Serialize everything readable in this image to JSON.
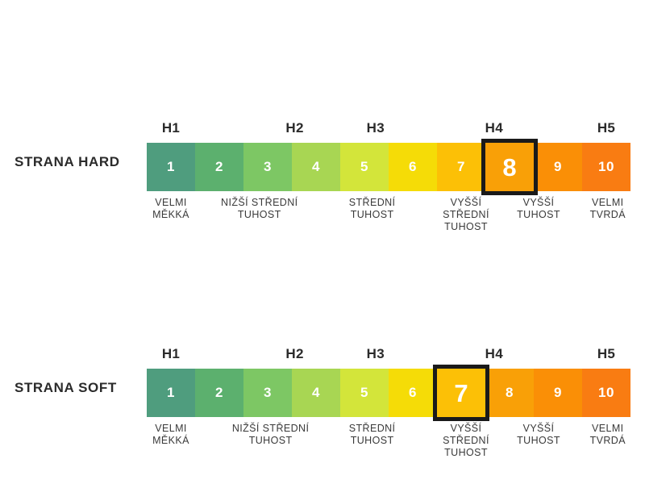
{
  "page": {
    "background": "#ffffff",
    "text_color": "#2b2b2b"
  },
  "palette": {
    "cell_colors": [
      "#4f9d7e",
      "#5cb06e",
      "#7dc764",
      "#a8d653",
      "#d3e53a",
      "#f5dc07",
      "#fcc006",
      "#f9a007",
      "#fa8f06",
      "#f97c12"
    ],
    "highlight_border": "#1a1a1a",
    "cell_text": "#ffffff",
    "caption_text": "#3a3a3a"
  },
  "scales": [
    {
      "id": "hard",
      "title": "STRANA HARD",
      "group_labels": [
        {
          "text": "H1",
          "center_pct": 5.0
        },
        {
          "text": "H2",
          "center_pct": 30.6
        },
        {
          "text": "H3",
          "center_pct": 47.3
        },
        {
          "text": "H4",
          "center_pct": 71.8
        },
        {
          "text": "H5",
          "center_pct": 95.0
        }
      ],
      "cells": [
        {
          "value": "1",
          "color": "#4f9d7e"
        },
        {
          "value": "2",
          "color": "#5cb06e"
        },
        {
          "value": "3",
          "color": "#7dc764"
        },
        {
          "value": "4",
          "color": "#a8d653"
        },
        {
          "value": "5",
          "color": "#d3e53a"
        },
        {
          "value": "6",
          "color": "#f5dc07"
        },
        {
          "value": "7",
          "color": "#fcc006"
        },
        {
          "value": "8",
          "color": "#f9a007"
        },
        {
          "value": "9",
          "color": "#fa8f06"
        },
        {
          "value": "10",
          "color": "#f97c12"
        }
      ],
      "highlight": {
        "value": "8",
        "index": 7,
        "color": "#f9a007"
      },
      "captions": [
        {
          "text": "VELMI\nMĚKKÁ",
          "center_pct": 5.0
        },
        {
          "text": "NIŽŠÍ STŘEDNÍ\nTUHOST",
          "center_pct": 23.3
        },
        {
          "text": "STŘEDNÍ\nTUHOST",
          "center_pct": 46.6
        },
        {
          "text": "VYŠŠÍ\nSTŘEDNÍ\nTUHOST",
          "center_pct": 66.0
        },
        {
          "text": "VYŠŠÍ\nTUHOST",
          "center_pct": 81.0
        },
        {
          "text": "VELMI\nTVRDÁ",
          "center_pct": 95.3
        }
      ]
    },
    {
      "id": "soft",
      "title": "STRANA SOFT",
      "group_labels": [
        {
          "text": "H1",
          "center_pct": 5.0
        },
        {
          "text": "H2",
          "center_pct": 30.6
        },
        {
          "text": "H3",
          "center_pct": 47.3
        },
        {
          "text": "H4",
          "center_pct": 71.8
        },
        {
          "text": "H5",
          "center_pct": 95.0
        }
      ],
      "cells": [
        {
          "value": "1",
          "color": "#4f9d7e"
        },
        {
          "value": "2",
          "color": "#5cb06e"
        },
        {
          "value": "3",
          "color": "#7dc764"
        },
        {
          "value": "4",
          "color": "#a8d653"
        },
        {
          "value": "5",
          "color": "#d3e53a"
        },
        {
          "value": "6",
          "color": "#f5dc07"
        },
        {
          "value": "7",
          "color": "#fcc006"
        },
        {
          "value": "8",
          "color": "#f9a007"
        },
        {
          "value": "9",
          "color": "#fa8f06"
        },
        {
          "value": "10",
          "color": "#f97c12"
        }
      ],
      "highlight": {
        "value": "7",
        "index": 6,
        "color": "#fcc006"
      },
      "captions": [
        {
          "text": "VELMI\nMĚKKÁ",
          "center_pct": 5.0
        },
        {
          "text": "NIŽŠÍ STŘEDNÍ\nTUHOST",
          "center_pct": 25.6
        },
        {
          "text": "STŘEDNÍ\nTUHOST",
          "center_pct": 46.6
        },
        {
          "text": "VYŠŠÍ\nSTŘEDNÍ\nTUHOST",
          "center_pct": 66.0
        },
        {
          "text": "VYŠŠÍ\nTUHOST",
          "center_pct": 81.0
        },
        {
          "text": "VELMI\nTVRDÁ",
          "center_pct": 95.3
        }
      ]
    }
  ]
}
